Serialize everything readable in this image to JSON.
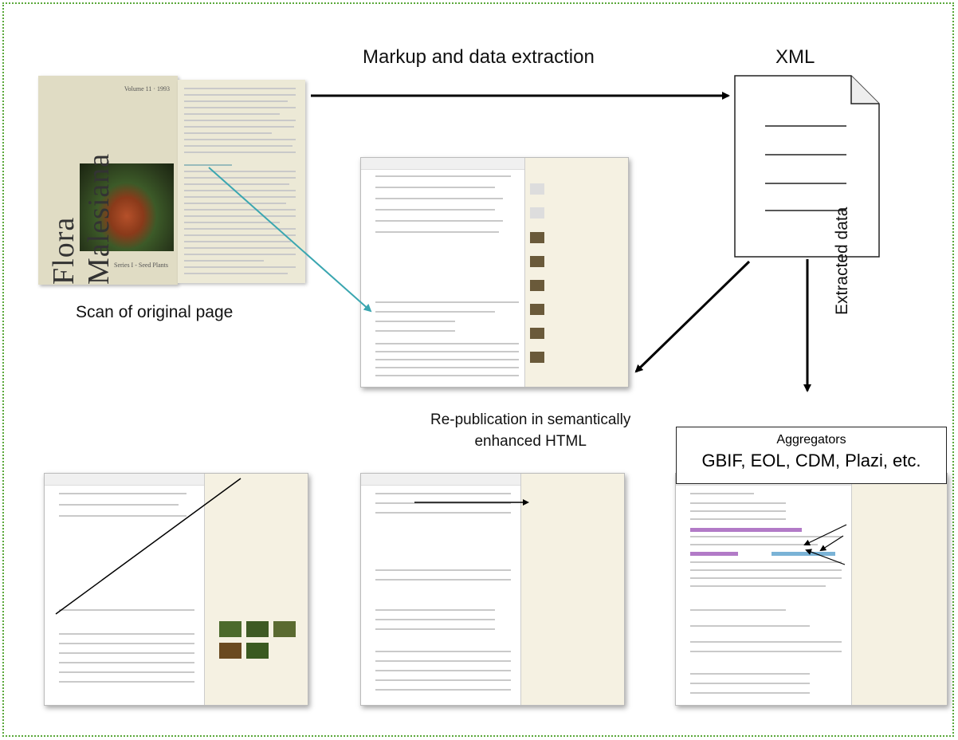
{
  "diagram": {
    "labels": {
      "markup": "Markup and data extraction",
      "xml": "XML",
      "scan": "Scan of original page",
      "republication_line1": "Re-publication in semantically",
      "republication_line2": "enhanced HTML",
      "extracted": "Extracted data",
      "aggregators_title": "Aggregators",
      "aggregators_list": "GBIF, EOL, CDM, Plazi, etc."
    },
    "book": {
      "title": "Flora Malesiana",
      "volume": "Volume 11 · 1993",
      "series": "Series I - Seed Plants"
    },
    "colors": {
      "frame": "#5aa83a",
      "link_arrow": "#3aa6b0",
      "arrow": "#000000"
    }
  }
}
